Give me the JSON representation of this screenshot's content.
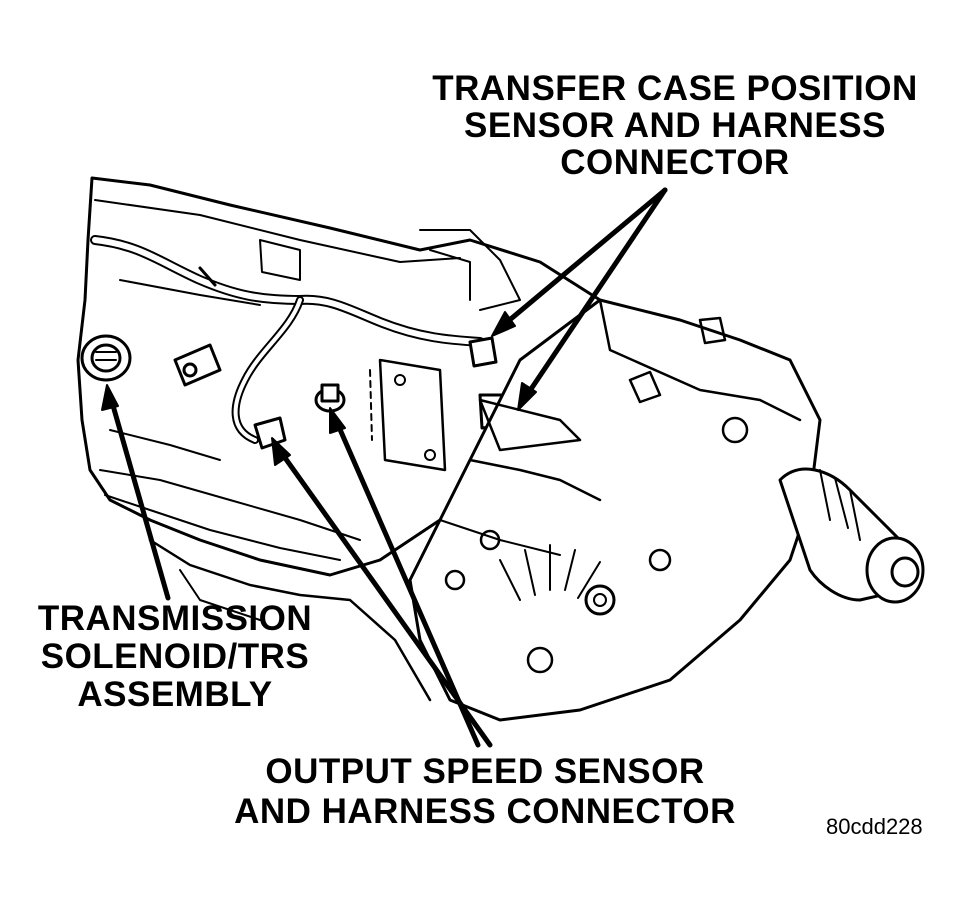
{
  "labels": {
    "transfer_case_position": [
      "TRANSFER CASE POSITION",
      "SENSOR AND HARNESS",
      "CONNECTOR"
    ],
    "transmission_solenoid": [
      "TRANSMISSION",
      "SOLENOID/TRS",
      "ASSEMBLY"
    ],
    "output_speed_sensor": [
      "OUTPUT SPEED SENSOR",
      "AND HARNESS CONNECTOR"
    ],
    "figure_id": "80cdd228"
  },
  "colors": {
    "ink": "#000000",
    "paper": "#ffffff"
  }
}
